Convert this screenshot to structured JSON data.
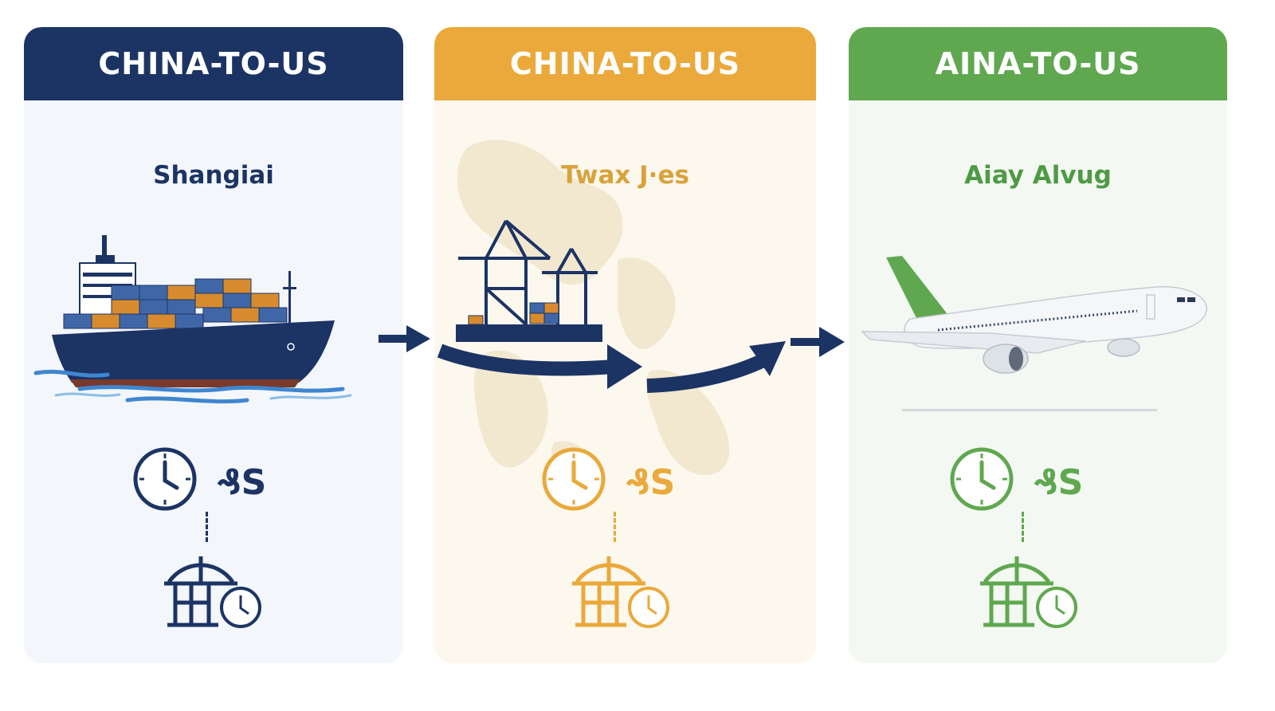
{
  "panels": [
    {
      "title": "CHINA-TO-US",
      "subtitle": "Shangiai",
      "color": "#1c3464",
      "illustration": "cargo-ship-icon",
      "time_icon": "clock-icon",
      "cost_text": "₰S",
      "bottom_icon": "port-crane-clock-icon"
    },
    {
      "title": "CHINA-TO-US",
      "subtitle": "Twax J∙es",
      "color": "#eaa93a",
      "illustration": "port-crane-icon",
      "time_icon": "clock-icon",
      "cost_text": "₰S",
      "bottom_icon": "port-crane-clock-icon"
    },
    {
      "title": "AINA-TO-US",
      "subtitle": "Aiay Alvug",
      "color": "#5fa850",
      "illustration": "airplane-icon",
      "time_icon": "clock-icon",
      "cost_text": "₰S",
      "bottom_icon": "port-crane-clock-icon"
    }
  ],
  "flow_arrows": [
    "arrow-right-icon",
    "curved-arrow-icon",
    "curved-arrow-icon",
    "arrow-right-icon"
  ],
  "background_map": "asia-map-silhouette"
}
